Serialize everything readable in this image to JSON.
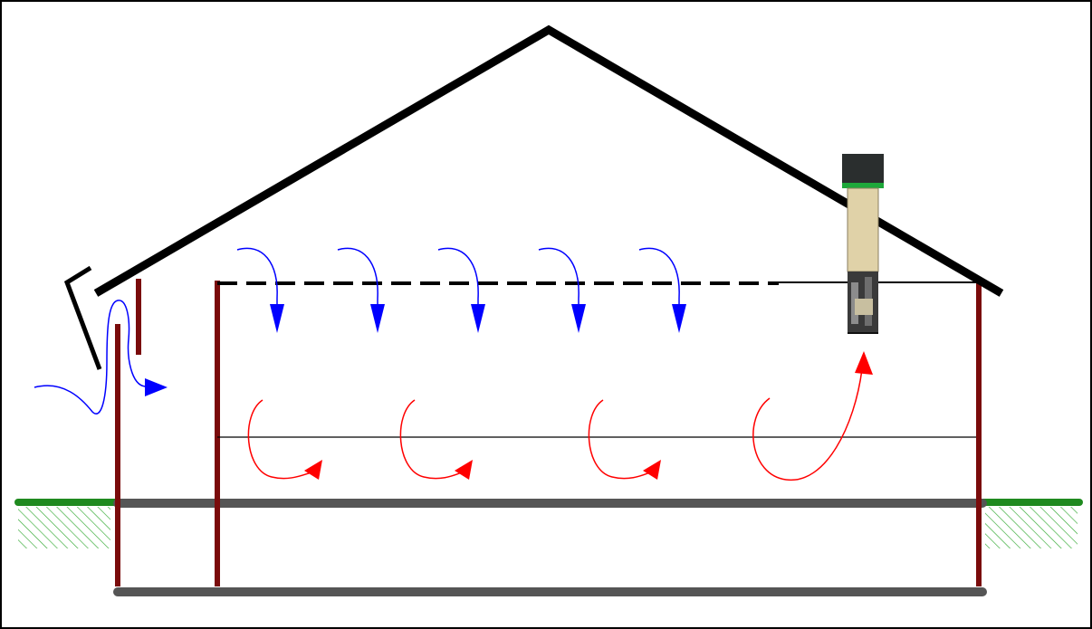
{
  "diagram": {
    "kind": "house-cross-section-ventilation",
    "airflow": {
      "fresh_air_count": 5,
      "warm_air_loops": 4
    },
    "colors": {
      "roof": "#000000",
      "wall": "#7a0b0b",
      "slab": "#555555",
      "ground": "#1f8a1f",
      "hatch": "#33aa33",
      "fresh_air": "#0000ff",
      "warm_air": "#ff0000",
      "chimney_top": "#2a2e2e",
      "chimney_ring": "#1ea83a",
      "chimney_pipe": "#e0d2a8"
    },
    "icons": [
      "blue-airflow-arrow-icon",
      "red-airflow-arrow-icon",
      "chimney-vent-icon"
    ]
  }
}
